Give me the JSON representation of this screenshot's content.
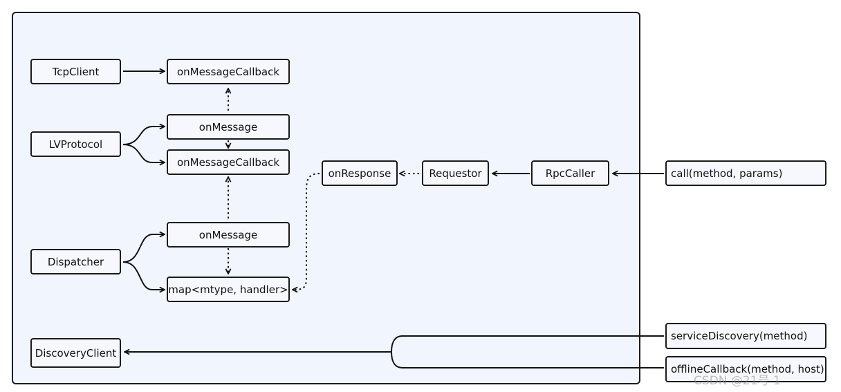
{
  "nodes": {
    "tcp_client": "TcpClient",
    "tcp_on_message_callback": "onMessageCallback",
    "lv_protocol": "LVProtocol",
    "lv_on_message": "onMessage",
    "lv_on_message_callback": "onMessageCallback",
    "dispatcher": "Dispatcher",
    "dispatcher_on_message": "onMessage",
    "dispatcher_map": "map<mtype, handler>",
    "on_response": "onResponse",
    "requestor": "Requestor",
    "rpc_caller": "RpcCaller",
    "call": "call(method, params)",
    "discovery_client": "DiscoveryClient",
    "service_discovery": "serviceDiscovery(method)",
    "offline_callback": "offlineCallback(method, host)"
  },
  "watermark": "CSDN @21号                1",
  "colors": {
    "frame_fill": "#f1f5fd",
    "node_border": "#1a1a1a",
    "line": "#111111"
  }
}
